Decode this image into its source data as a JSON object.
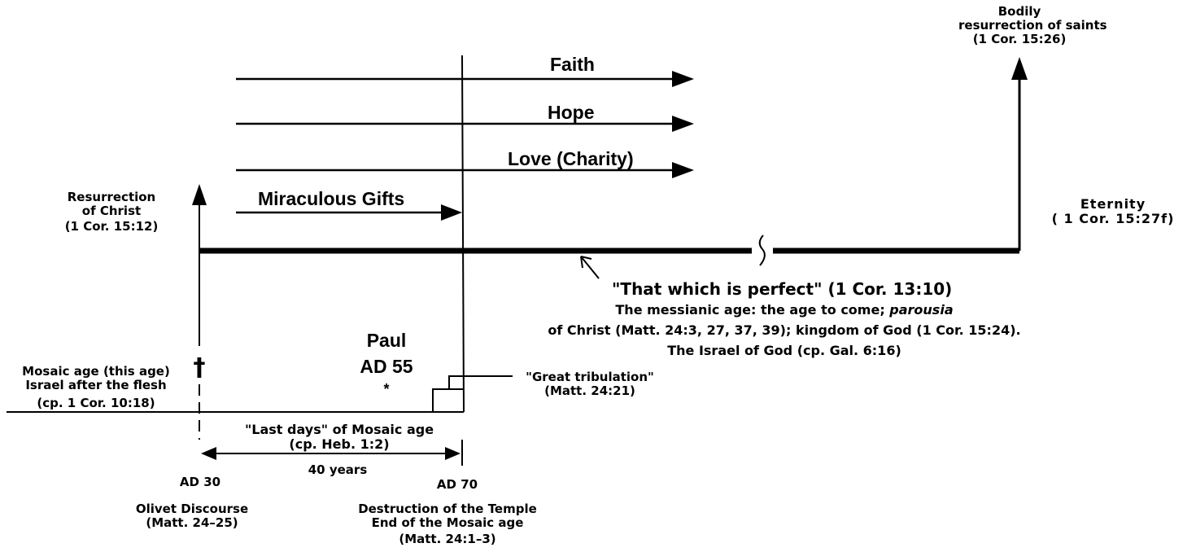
{
  "labels": {
    "faith": "Faith",
    "hope": "Hope",
    "love": "Love (Charity)",
    "gifts": "Miraculous Gifts",
    "bodily_1": "Bodily",
    "bodily_2": "resurrection of saints",
    "bodily_ref": "(1 Cor. 15:26)",
    "eternity": "Eternity",
    "eternity_ref": "( 1 Cor. 15:27f)",
    "resurrection_1": "Resurrection",
    "resurrection_2": "of Christ",
    "resurrection_ref": "(1 Cor. 15:12)",
    "perfect": "\"That which is perfect\" (1 Cor. 13:10)",
    "messianic_1a": "The messianic age: the age to come; ",
    "messianic_1b": "parousia",
    "messianic_2": "of Christ (Matt. 24:3, 27, 37, 39); kingdom of God (1 Cor. 15:24).",
    "messianic_3": "The Israel of God (cp. Gal. 6:16)",
    "mosaic_1": "Mosaic age (this age)",
    "mosaic_2": "Israel after the flesh",
    "mosaic_ref": "(cp. 1 Cor. 10:18)",
    "cross": "†",
    "paul": "Paul",
    "paul_date": "AD 55",
    "paul_mark": "*",
    "tribulation": "\"Great tribulation\"",
    "tribulation_ref": "(Matt. 24:21)",
    "last_days": "\"Last days\" of Mosaic age",
    "last_days_ref": "(cp. Heb. 1:2)",
    "forty_years": "40 years",
    "ad30": "AD 30",
    "ad70": "AD 70",
    "olivet": "Olivet Discourse",
    "olivet_ref": "(Matt. 24–25)",
    "destruction_1": "Destruction of the Temple",
    "destruction_2": "End of the Mosaic age",
    "destruction_ref": "(Matt. 24:1–3)"
  }
}
